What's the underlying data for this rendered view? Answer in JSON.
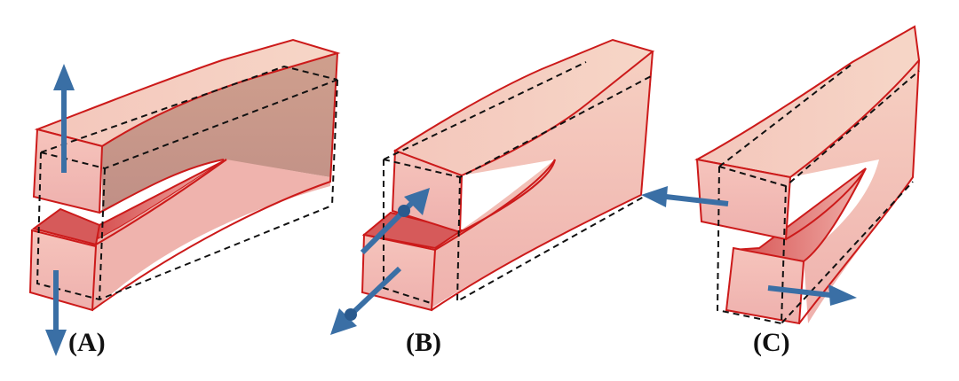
{
  "labels": {
    "a": "(A)",
    "b": "(B)",
    "c": "(C)"
  },
  "colors": {
    "outline": "#cc1a1a",
    "dashed": "#111111",
    "arrow": "#3a6fa5",
    "arrow_dark": "#2a5a8e",
    "face_front": "#f2b7b0",
    "face_top_light": "#f6d3c6",
    "face_side": "#c79a8c",
    "crack_dark": "#d85a5a"
  },
  "icons": {
    "mode_i_arrows": "opening-arrows-icon",
    "mode_ii_arrows": "sliding-arrows-icon",
    "mode_iii_arrows": "tearing-arrows-icon"
  }
}
